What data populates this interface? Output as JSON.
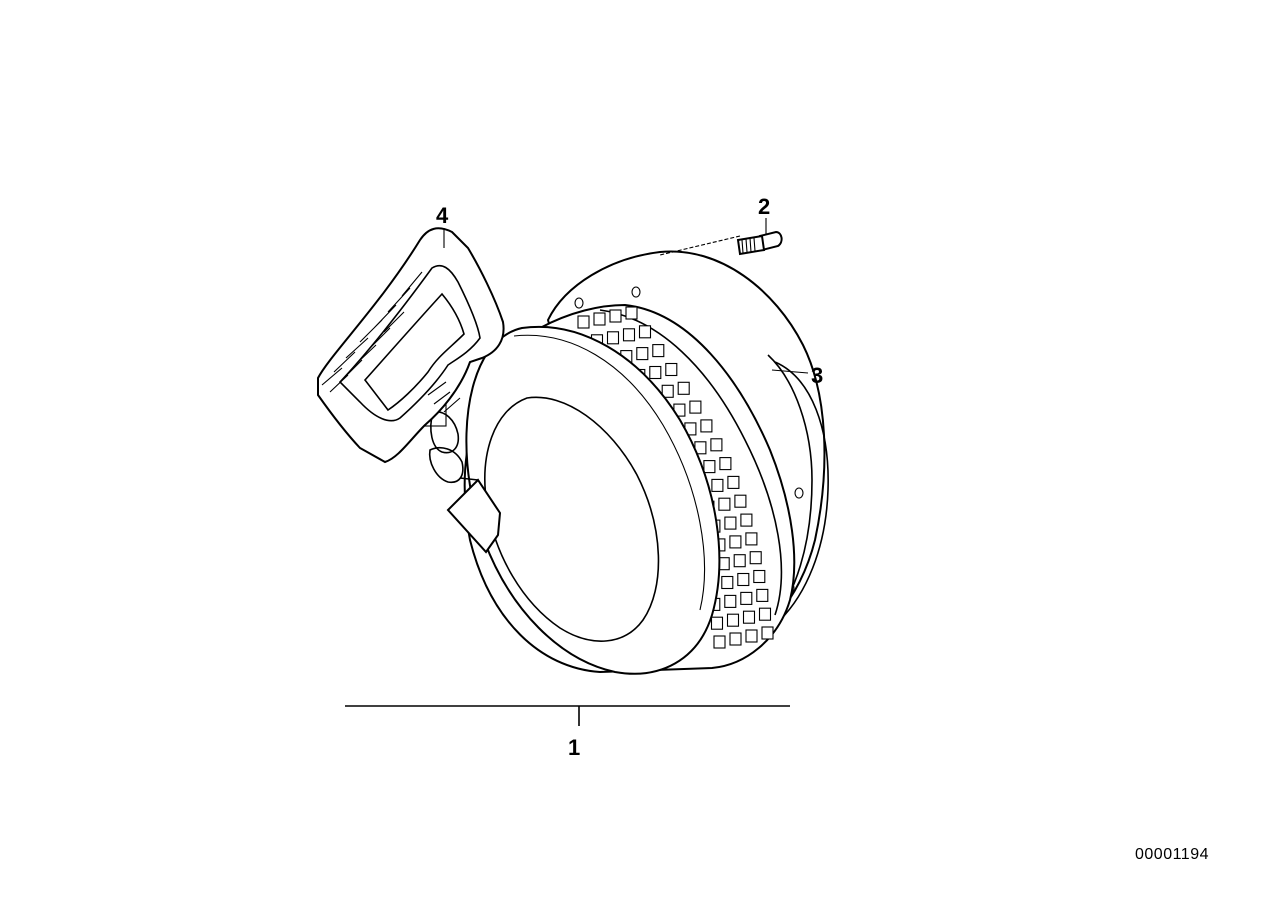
{
  "callouts": {
    "item_1": "1",
    "item_2": "2",
    "item_3": "3",
    "item_4": "4"
  },
  "document_number": "00001194"
}
